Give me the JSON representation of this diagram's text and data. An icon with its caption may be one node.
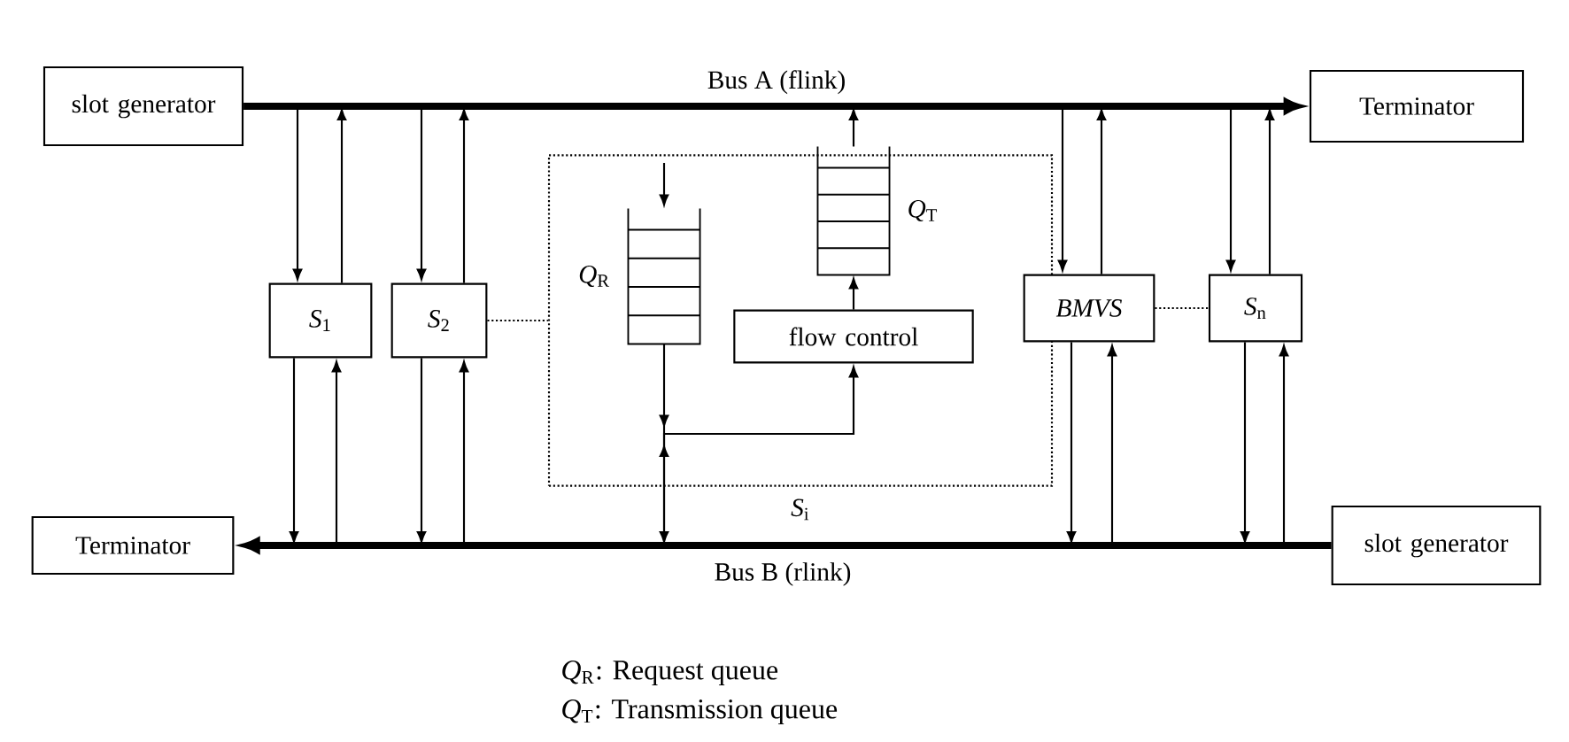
{
  "diagram": {
    "nodes": [
      {
        "text": [
          "slot generator"
        ]
      },
      {
        "text": [
          "Terminator"
        ]
      },
      {
        "text": [
          "Terminator"
        ]
      },
      {
        "text": [
          "slot generator"
        ]
      },
      {
        "text": [
          "*S*$_{1}$"
        ]
      },
      {
        "text": [
          "*S*$_{2}$"
        ]
      },
      {
        "text": [
          "*S*$_{i}$"
        ]
      },
      {
        "text": [],
        "shape": "queue",
        "in": 6,
        "beside": [
          "*Q*$_{R}$"
        ]
      },
      {
        "text": [],
        "shape": "queue",
        "in": 6,
        "beside": [
          "*Q*$_{T}$"
        ]
      },
      {
        "text": [
          "flow control"
        ],
        "in": 6
      },
      {
        "text": [
          "BMVS"
        ]
      },
      {
        "text": [
          "*S*$_{n}$"
        ]
      }
    ],
    "edges": [
      {
        "from": 0,
        "to": 1,
        "arrow": "to",
        "style": "thick",
        "label": "Bus A (flink)"
      },
      {
        "from": 3,
        "to": 2,
        "arrow": "to",
        "style": "thick",
        "label": "Bus B (rlink)"
      },
      {
        "from": null,
        "to": 4,
        "arrow": "to"
      },
      {
        "from": 4,
        "to": null,
        "arrow": "to"
      },
      {
        "from": 4,
        "to": null,
        "arrow": "to"
      },
      {
        "from": null,
        "to": 4,
        "arrow": "to"
      },
      {
        "from": null,
        "to": 5,
        "arrow": "to"
      },
      {
        "from": 5,
        "to": null,
        "arrow": "to"
      },
      {
        "from": 5,
        "to": null,
        "arrow": "to"
      },
      {
        "from": null,
        "to": 5,
        "arrow": "to"
      },
      {
        "from": null,
        "to": 7,
        "arrow": "to"
      },
      {
        "from": 7,
        "to": null,
        "arrow": "to"
      },
      {
        "from": null,
        "to": 9,
        "arrow": "to"
      },
      {
        "from": 9,
        "to": 8,
        "arrow": "to"
      },
      {
        "from": 8,
        "to": null,
        "arrow": "to"
      },
      {
        "from": null,
        "to": 10,
        "arrow": "to"
      },
      {
        "from": 10,
        "to": null,
        "arrow": "to"
      },
      {
        "from": 10,
        "to": null,
        "arrow": "to"
      },
      {
        "from": null,
        "to": 10,
        "arrow": "to"
      },
      {
        "from": null,
        "to": 11,
        "arrow": "to"
      },
      {
        "from": 11,
        "to": null,
        "arrow": "to"
      },
      {
        "from": 11,
        "to": null,
        "arrow": "to"
      },
      {
        "from": null,
        "to": 11,
        "arrow": "to"
      },
      {
        "from": 5,
        "to": 6,
        "arrow": "none",
        "style": "dashed"
      },
      {
        "from": 10,
        "to": 11,
        "arrow": "none",
        "style": "dashed"
      }
    ],
    "labels": [
      "*Q*$_{R}$: Request queue",
      "*Q*$_{T}$: Transmission queue"
    ]
  }
}
